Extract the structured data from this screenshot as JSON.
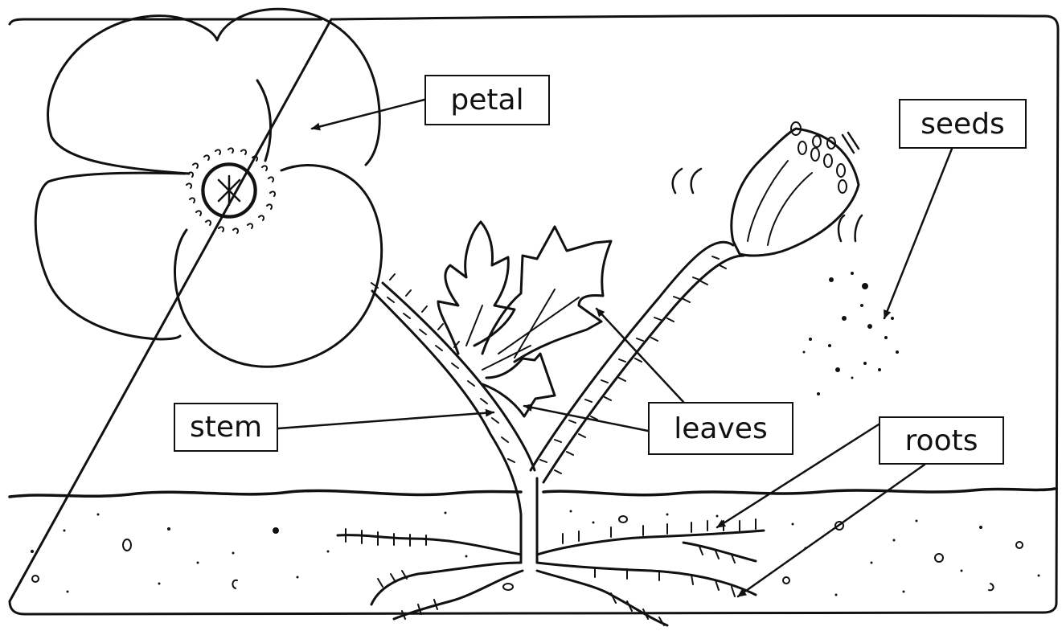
{
  "labels": {
    "petal": "petal",
    "seeds": "seeds",
    "stem": "stem",
    "leaves": "leaves",
    "roots": "roots"
  },
  "colors": {
    "ink": "#111111",
    "paper": "#ffffff"
  }
}
